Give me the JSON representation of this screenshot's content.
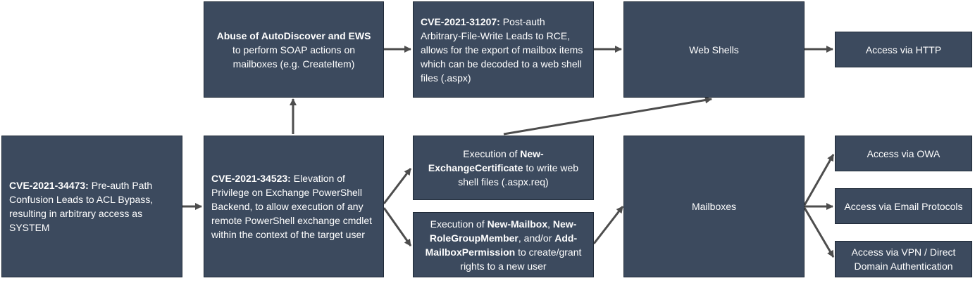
{
  "colors": {
    "box_fill": "#3c4a5e",
    "box_border": "#1f2a38",
    "arrow": "#4d4d4d",
    "text": "#ffffff"
  },
  "boxes": {
    "cve_34473": {
      "bold": "CVE-2021-34473:",
      "text": " Pre-auth Path Confusion Leads to ACL Bypass, resulting in arbitrary access as SYSTEM"
    },
    "cve_34523": {
      "bold": "CVE-2021-34523:",
      "text": " Elevation of Privilege on Exchange PowerShell Backend, to allow execution of any remote PowerShell exchange cmdlet within the context of the target user"
    },
    "autodiscover": {
      "bold": "Abuse of AutoDiscover and EWS",
      "text": " to perform SOAP actions on mailboxes (e.g. CreateItem)"
    },
    "cve_31207": {
      "bold": "CVE-2021-31207:",
      "text": " Post-auth Arbitrary-File-Write Leads to RCE, allows for the export of mailbox items which can be decoded to a web shell files (.aspx)"
    },
    "exchange_cert": {
      "pre": "Execution of ",
      "bold": "New-ExchangeCertificate",
      "post": " to write web shell files (.aspx.req)"
    },
    "new_mailbox": {
      "pre": "Execution of ",
      "bold1": "New-Mailbox",
      "mid1": ", ",
      "bold2": "New-RoleGroupMember",
      "mid2": ", and/or ",
      "bold3": "Add-MailboxPermission",
      "post": " to create/grant rights to a new user"
    },
    "web_shells": {
      "label": "Web Shells"
    },
    "mailboxes": {
      "label": "Mailboxes"
    },
    "access_http": {
      "label": "Access via HTTP"
    },
    "access_owa": {
      "label": "Access via OWA"
    },
    "access_email": {
      "label": "Access via Email Protocols"
    },
    "access_vpn": {
      "label": "Access via VPN / Direct Domain Authentication"
    }
  }
}
